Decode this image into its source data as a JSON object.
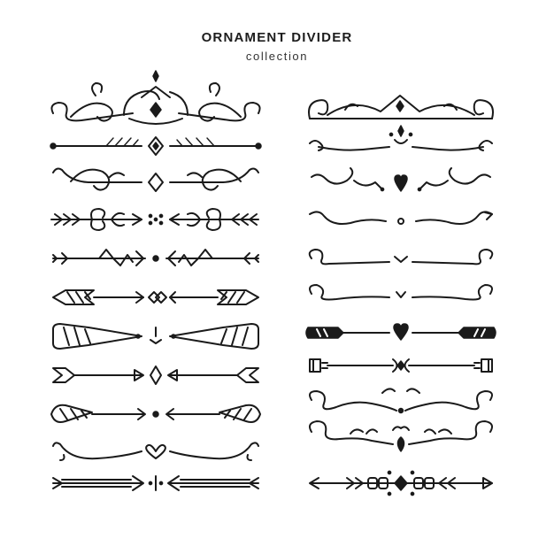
{
  "header": {
    "title": "ORNAMENT DIVIDER",
    "subtitle": "collection"
  },
  "colors": {
    "ink": "#1a1a1a",
    "background": "#ffffff"
  },
  "collection": {
    "left_column": [
      "crown-scroll-divider",
      "leaf-bar-divider",
      "vine-curl-divider",
      "fleur-arrow-divider",
      "tribal-arrow-divider",
      "feather-arrow-divider",
      "ornate-feather-divider",
      "simple-arrow-divider",
      "bold-arrow-divider",
      "heart-swirl-divider",
      "double-line-arrow-divider"
    ],
    "right_column": [
      "tiara-divider",
      "drop-swash-divider",
      "heart-curl-divider",
      "wave-curl-divider",
      "loop-curl-divider",
      "simple-swash-divider",
      "heart-pencil-divider",
      "bow-arrow-divider",
      "dot-loop-divider",
      "drop-loop-divider",
      "beaded-arrow-divider"
    ]
  }
}
